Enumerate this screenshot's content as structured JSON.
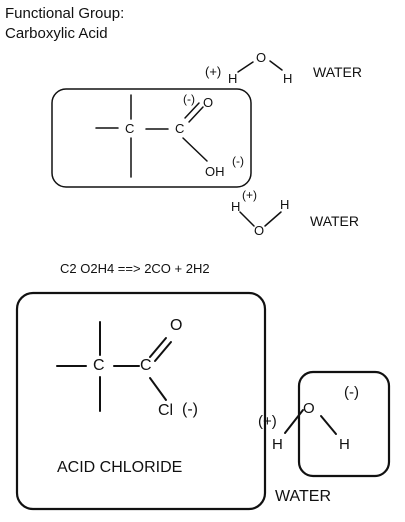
{
  "header": {
    "line1": "Functional Group:",
    "line2": "Carboxylic Acid"
  },
  "water_top": {
    "charge": "(+)",
    "h_left": "H",
    "o": "O",
    "h_right": "H",
    "label": "WATER"
  },
  "carboxylic_box": {
    "carbon1": "C",
    "carbon2": "C",
    "o_double": "O",
    "o_charge": "(-)",
    "oh": "OH",
    "oh_charge": "(-)"
  },
  "water_mid": {
    "h_left": "H",
    "charge": "(+)",
    "h_right": "H",
    "o": "O",
    "label": "WATER"
  },
  "equation": "C2 O2H4 ==> 2CO + 2H2",
  "acid_chloride_box": {
    "carbon1": "C",
    "carbon2": "C",
    "o_double": "O",
    "cl": "Cl",
    "cl_charge": "(-)",
    "name": "ACID CHLORIDE"
  },
  "water_bottom": {
    "charge_plus": "(+)",
    "h_left": "H",
    "o": "O",
    "h_right": "H",
    "charge_minus": "(-)",
    "label": "WATER"
  },
  "colors": {
    "ink": "#111111",
    "background": "#ffffff"
  }
}
